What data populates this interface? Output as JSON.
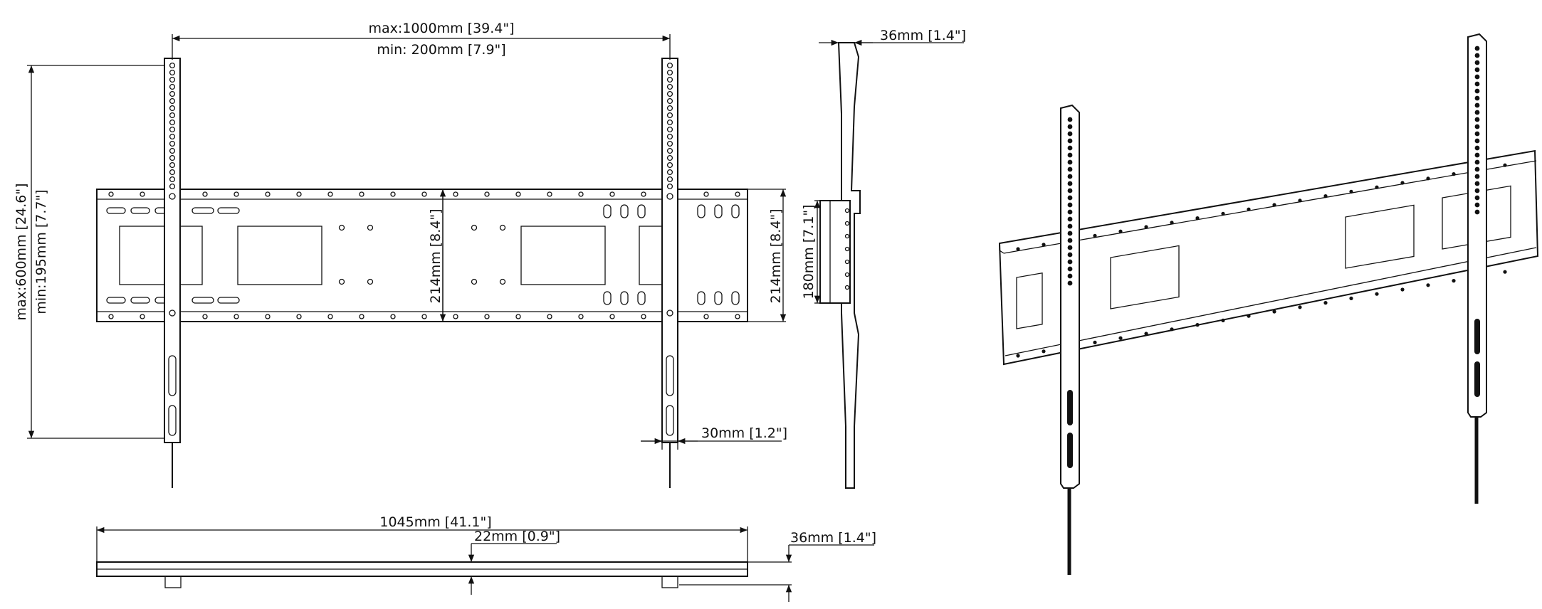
{
  "dimensions": {
    "width_range": {
      "max": "max:1000mm [39.4\"]",
      "min": "min: 200mm [7.9\"]"
    },
    "height_range": {
      "max": "max:600mm [24.6\"]",
      "min": "min:195mm [7.7\"]"
    },
    "rail_height_front": "214mm [8.4\"]",
    "rail_height_side": "214mm [8.4\"]",
    "side_depth_top": "36mm [1.4\"]",
    "side_bracket_height": "180mm [7.1\"]",
    "arm_width": "30mm [1.2\"]",
    "total_width": "1045mm [41.1\"]",
    "rail_thickness": "22mm [0.9\"]",
    "profile_depth": "36mm [1.4\"]"
  },
  "views": [
    "front-view",
    "side-view",
    "top-view",
    "iso-view"
  ],
  "colors": {
    "line": "#111111",
    "background": "#ffffff"
  }
}
